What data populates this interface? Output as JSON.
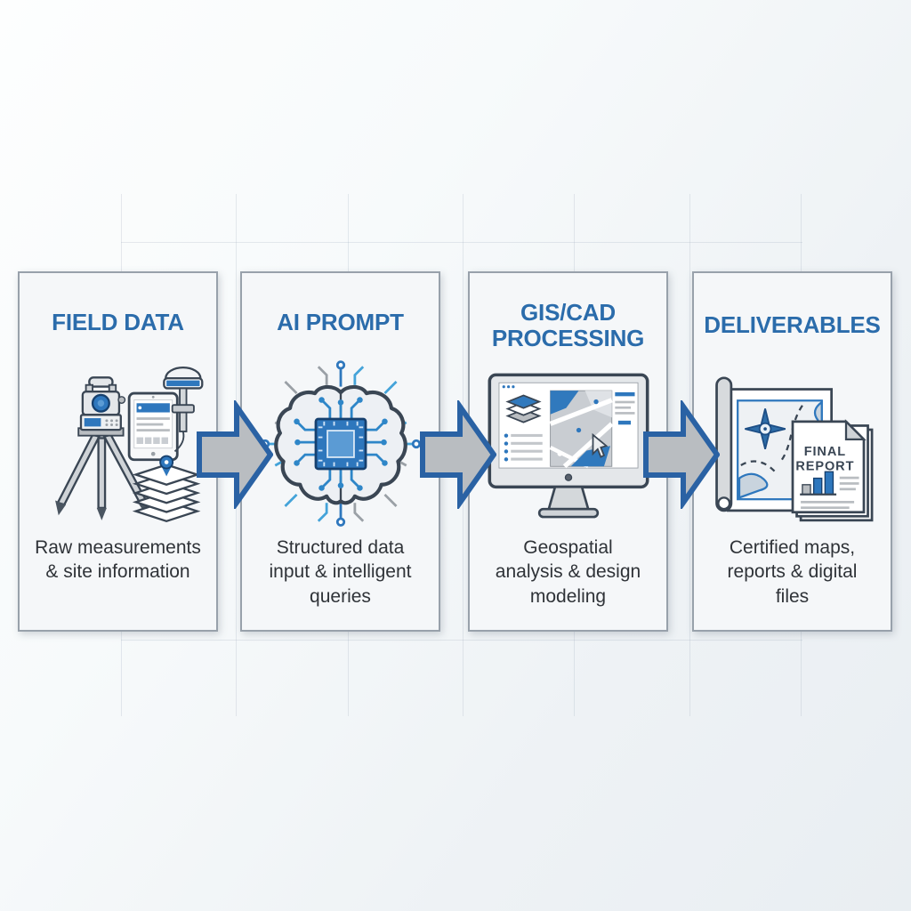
{
  "diagram": {
    "title_implied": "Surveying workflow process",
    "stages": [
      {
        "title": "FIELD DATA",
        "description": "Raw measurements\n& site information",
        "icon": "surveying-equipment"
      },
      {
        "title": "AI PROMPT",
        "description": "Structured data\ninput & intelligent\nqueries",
        "icon": "ai-brain-chip"
      },
      {
        "title": "GIS/CAD\nPROCESSING",
        "description": "Geospatial\nanalysis & design\nmodeling",
        "icon": "gis-workstation-monitor"
      },
      {
        "title": "DELIVERABLES",
        "description": "Certified maps,\nreports & digital\nfiles",
        "icon": "map-scroll-and-report"
      }
    ],
    "report_label": {
      "line1": "FINAL",
      "line2": "REPORT"
    },
    "arrows": {
      "count": 3,
      "direction": "right"
    },
    "colors": {
      "title_blue": "#2b6cab",
      "description_text": "#2f3338",
      "card_background": "#f5f7f9",
      "card_border": "#98a1ab",
      "arrow_fill": "#b9bdc1",
      "arrow_border": "#2a62a4",
      "icon_outline": "#3a4654",
      "icon_blue": "#2e77bd",
      "icon_light_blue": "#44a3d9",
      "icon_gray": "#9aa0a6",
      "grid_line": "#c6d0d9"
    }
  }
}
